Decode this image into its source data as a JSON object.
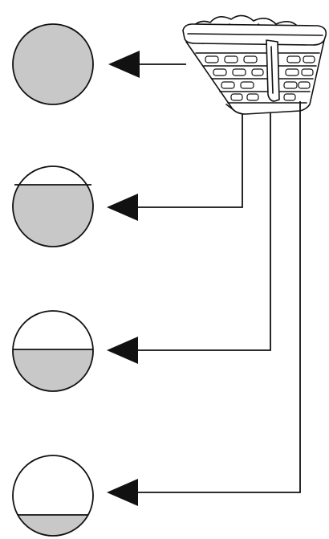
{
  "diagram": {
    "illustration": "laundry-basket-icon",
    "colors": {
      "line": "#111111",
      "fill_gray": "#c8c8c8",
      "background": "#ffffff"
    },
    "load_levels": [
      {
        "level": "full",
        "fill_fraction": 1.0
      },
      {
        "level": "two-thirds",
        "fill_fraction": 0.66
      },
      {
        "level": "half",
        "fill_fraction": 0.5
      },
      {
        "level": "small",
        "fill_fraction": 0.2
      }
    ]
  }
}
